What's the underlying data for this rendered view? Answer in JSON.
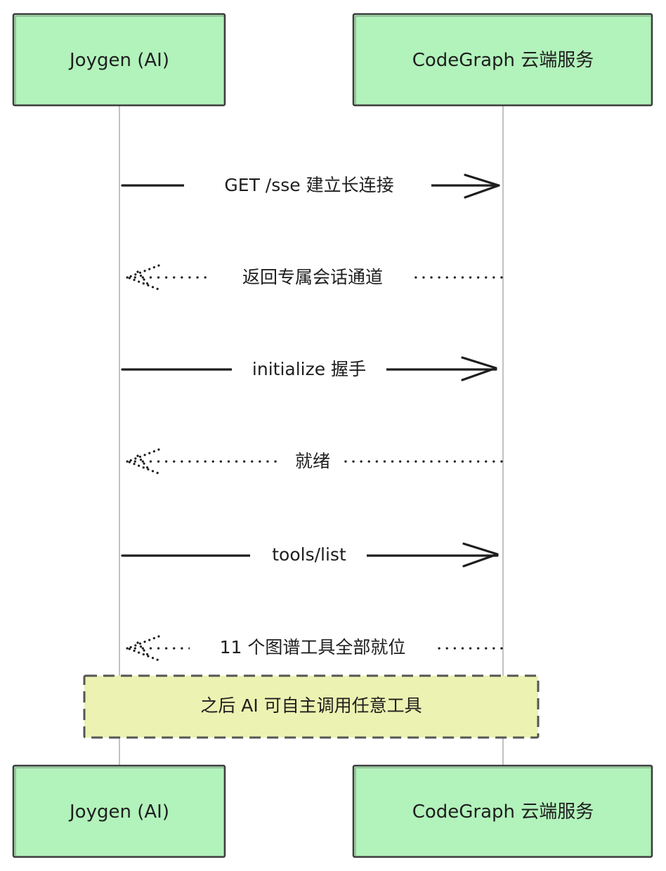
{
  "participants": {
    "left": {
      "label": "Joygen (AI)"
    },
    "right": {
      "label": "CodeGraph 云端服务"
    }
  },
  "messages": [
    {
      "text": "GET /sse 建立长连接",
      "direction": "left-to-right",
      "style": "solid"
    },
    {
      "text": "返回专属会话通道",
      "direction": "right-to-left",
      "style": "dotted"
    },
    {
      "text": "initialize 握手",
      "direction": "left-to-right",
      "style": "solid"
    },
    {
      "text": "就绪",
      "direction": "right-to-left",
      "style": "dotted"
    },
    {
      "text": "tools/list",
      "direction": "left-to-right",
      "style": "solid"
    },
    {
      "text": "11 个图谱工具全部就位",
      "direction": "right-to-left",
      "style": "dotted"
    }
  ],
  "note": {
    "text": "之后 AI 可自主调用任意工具"
  },
  "colors": {
    "participant_fill": "#b2f2bb",
    "note_fill": "#ecf2b1",
    "ink": "#1e1e1e"
  }
}
